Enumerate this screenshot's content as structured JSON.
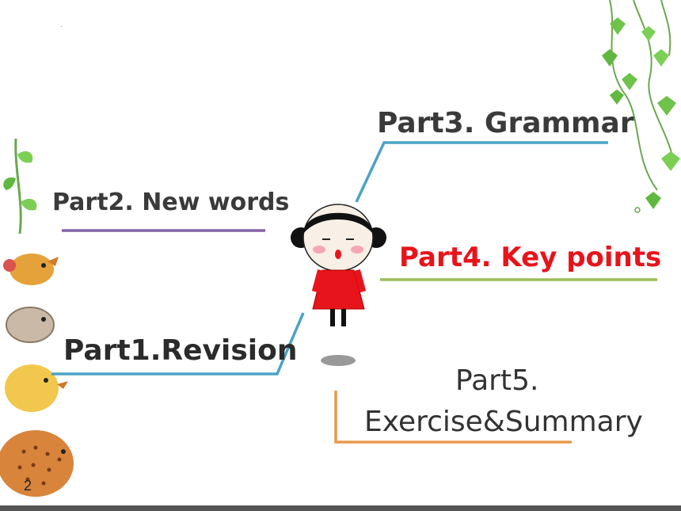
{
  "slide": {
    "dot": ".",
    "part1": "Part1.Revision",
    "part2": "Part2. New words",
    "part3": "Part3. Grammar",
    "part4": "Part4. Key points",
    "part5_line1": "Part5.",
    "part5_line2": "Exercise&Summary",
    "page_number": "2"
  },
  "colors": {
    "part4": "#e8141b",
    "line_teal": "#4ba3c6",
    "line_purple": "#8462a8",
    "line_green": "#9bbd5a",
    "line_orange": "#e89a4a"
  },
  "icons": [
    "vine-decoration-icon",
    "leaf-birds-decoration-icon",
    "cartoon-girl-icon"
  ]
}
